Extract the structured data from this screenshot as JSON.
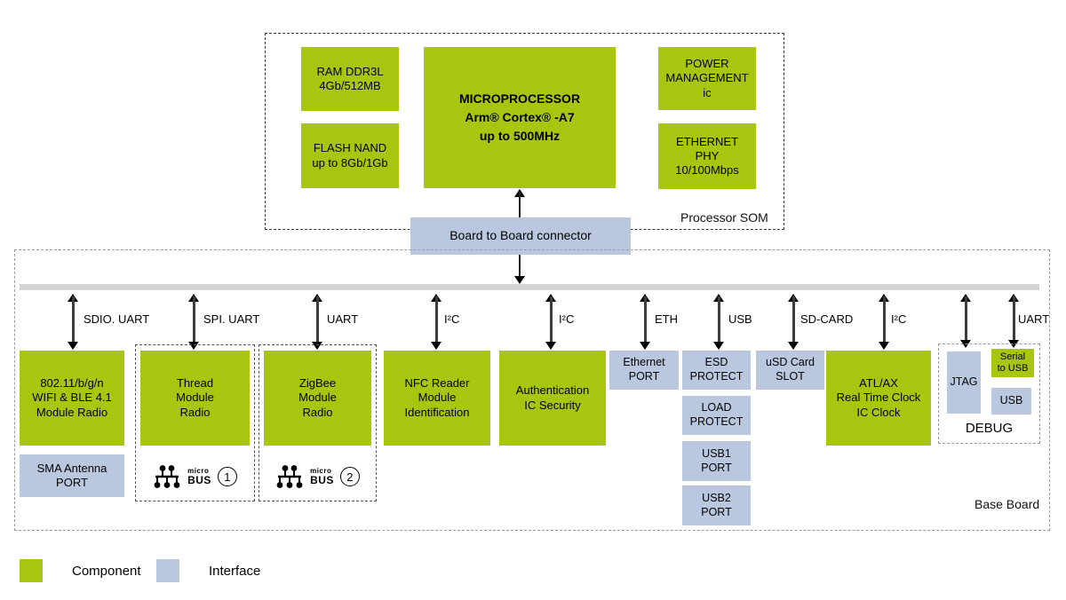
{
  "colors": {
    "component": "#a8c50f",
    "interface": "#b9c8df",
    "bus": "#d4d4d4"
  },
  "som": {
    "label": "Processor SOM",
    "ram": "RAM DDR3L\n4Gb/512MB",
    "flash": "FLASH NAND\nup to 8Gb/1Gb",
    "mpu": "MICROPROCESSOR\nArm® Cortex® -A7\nup to 500MHz",
    "power": "POWER\nMANAGEMENT\nic",
    "ephy": "ETHERNET\nPHY\n10/100Mbps"
  },
  "connector": "Board to Board connector",
  "bus_labels": {
    "sdio": "SDIO. UART",
    "spi": "SPI. UART",
    "uart": "UART",
    "i2c_nfc": "I²C",
    "i2c_auth": "I²C",
    "eth": "ETH",
    "usb": "USB",
    "sdcard": "SD-CARD",
    "i2c_rtc": "I²C",
    "uart_debug": "UART"
  },
  "base": {
    "label": "Base Board",
    "wifi": "802.11/b/g/n\nWIFI & BLE 4.1\nModule Radio",
    "sma": "SMA Antenna\nPORT",
    "thread": "Thread\nModule\nRadio",
    "zigbee": "ZigBee\nModule\nRadio",
    "nfc": "NFC Reader\nModule\nIdentification",
    "auth": "Authentication\nIC Security",
    "eth_port": "Ethernet\nPORT",
    "esd": "ESD\nPROTECT",
    "load": "LOAD\nPROTECT",
    "usb1": "USB1\nPORT",
    "usb2": "USB2\nPORT",
    "usd": "uSD Card\nSLOT",
    "rtc": "ATL/AX\nReal Time Clock\nIC Clock",
    "jtag": "JTAG",
    "serial_usb": "Serial\nto USB",
    "usb_debug": "USB",
    "debug": "DEBUG",
    "mikrobus": {
      "micro": "micro",
      "bus": "BUS",
      "slot1": "1",
      "slot2": "2"
    }
  },
  "legend": {
    "component": "Component",
    "interface": "Interface"
  }
}
